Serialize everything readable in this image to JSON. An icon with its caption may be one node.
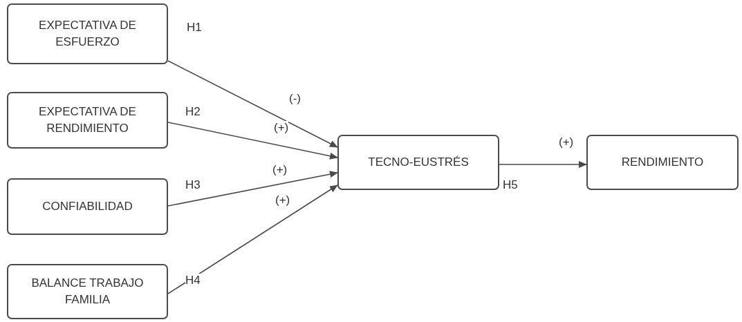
{
  "diagram": {
    "nodes": [
      {
        "text": [
          "EXPECTATIVA DE ESFUERZO"
        ]
      },
      {
        "text": [
          "EXPECTATIVA DE RENDIMIENTO"
        ]
      },
      {
        "text": [
          "CONFIABILIDAD"
        ]
      },
      {
        "text": [
          "BALANCE TRABAJO FAMILIA"
        ]
      },
      {
        "text": [
          "TECNO-EUSTRÉS"
        ]
      },
      {
        "text": [
          "RENDIMIENTO"
        ]
      }
    ],
    "edges": [
      {
        "from": 0,
        "to": 4,
        "arrow": "to",
        "label": "(-)"
      },
      {
        "from": 1,
        "to": 4,
        "arrow": "to",
        "label": "(+)"
      },
      {
        "from": 2,
        "to": 4,
        "arrow": "to",
        "label": "(+)"
      },
      {
        "from": 3,
        "to": 4,
        "arrow": "to",
        "label": "(+)"
      },
      {
        "from": 4,
        "to": 5,
        "arrow": "to",
        "label": "(+)"
      }
    ],
    "labels": [
      "H1",
      "H2",
      "H3",
      "H5",
      "H4"
    ]
  }
}
